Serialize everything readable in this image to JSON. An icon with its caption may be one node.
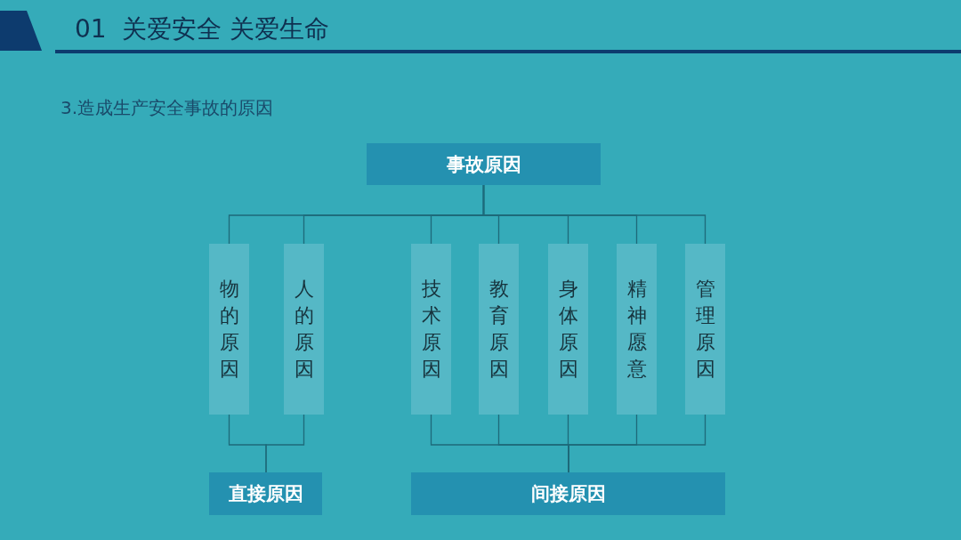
{
  "diagram": {
    "title": "01  关爱安全 关爱生命",
    "nodes": [
      {
        "text": [
          "事故原因"
        ]
      },
      {
        "text": [
          "物的原因"
        ]
      },
      {
        "text": [
          "人的原因"
        ]
      },
      {
        "text": [
          "技术原因"
        ]
      },
      {
        "text": [
          "教育原因"
        ]
      },
      {
        "text": [
          "身体原因"
        ]
      },
      {
        "text": [
          "精神愿意"
        ]
      },
      {
        "text": [
          "管理原因"
        ]
      },
      {
        "text": [
          "直接原因"
        ]
      },
      {
        "text": [
          "间接原因"
        ]
      }
    ],
    "edges": [
      {
        "from": 0,
        "to": 1,
        "arrow": "none"
      },
      {
        "from": 0,
        "to": 2,
        "arrow": "none"
      },
      {
        "from": 0,
        "to": 3,
        "arrow": "none"
      },
      {
        "from": 0,
        "to": 4,
        "arrow": "none"
      },
      {
        "from": 0,
        "to": 5,
        "arrow": "none"
      },
      {
        "from": 0,
        "to": 6,
        "arrow": "none"
      },
      {
        "from": 0,
        "to": 7,
        "arrow": "none"
      },
      {
        "from": 1,
        "to": 8,
        "arrow": "none"
      },
      {
        "from": 2,
        "to": 8,
        "arrow": "none"
      },
      {
        "from": 3,
        "to": 9,
        "arrow": "none"
      },
      {
        "from": 4,
        "to": 9,
        "arrow": "none"
      },
      {
        "from": 5,
        "to": 9,
        "arrow": "none"
      },
      {
        "from": 6,
        "to": 9,
        "arrow": "none"
      },
      {
        "from": 7,
        "to": 9,
        "arrow": "none"
      }
    ],
    "labels": [
      "3.造成生产安全事故的原因"
    ]
  }
}
